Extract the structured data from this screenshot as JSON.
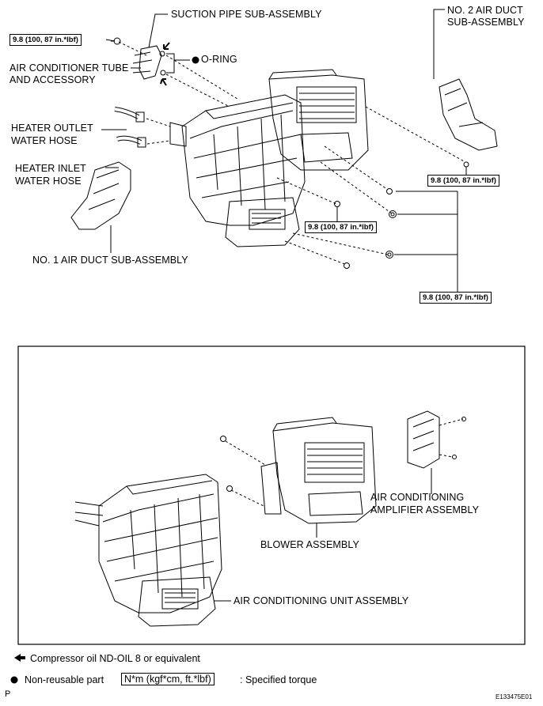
{
  "labels": {
    "suction_pipe": "SUCTION PIPE SUB-ASSEMBLY",
    "no2_duct_line1": "NO. 2 AIR DUCT",
    "no2_duct_line2": "SUB-ASSEMBLY",
    "ac_tube_line1": "AIR CONDITIONER TUBE",
    "ac_tube_line2": "AND ACCESSORY",
    "o_ring": "O-RING",
    "heater_outlet_line1": "HEATER OUTLET",
    "heater_outlet_line2": "WATER HOSE",
    "heater_inlet_line1": "HEATER INLET",
    "heater_inlet_line2": "WATER HOSE",
    "no1_duct": "NO. 1 AIR DUCT SUB-ASSEMBLY",
    "amp_line1": "AIR CONDITIONING",
    "amp_line2": "AMPLIFIER ASSEMBLY",
    "blower": "BLOWER ASSEMBLY",
    "ac_unit": "AIR CONDITIONING UNIT ASSEMBLY"
  },
  "torque": {
    "t1": "9.8 (100, 87 in.*lbf)",
    "t2": "9.8 (100, 87 in.*lbf)",
    "t3": "9.8 (100, 87 in.*lbf)",
    "t4": "9.8 (100, 87 in.*lbf)"
  },
  "legend": {
    "oil": "Compressor oil ND-OIL 8 or equivalent",
    "non_reusable": "Non-reusable part",
    "torque_unit": "N*m (kgf*cm, ft.*lbf)",
    "specified_torque": ": Specified torque",
    "p_mark": "P",
    "figure_code": "E133475E01"
  }
}
